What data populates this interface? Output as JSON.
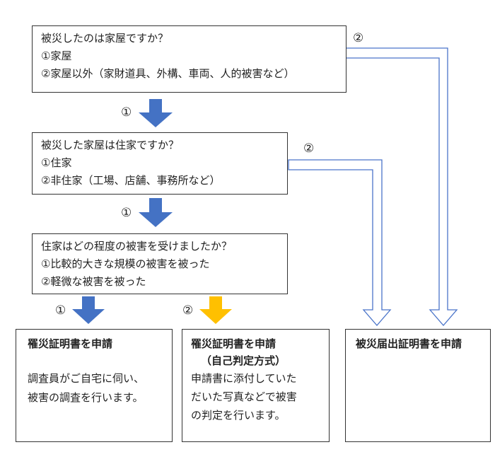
{
  "colors": {
    "blue_arrow": "#4472c4",
    "orange_arrow": "#ffc000",
    "outline_arrow": "#4a74c9",
    "box_border": "#333333"
  },
  "q1": {
    "title": "被災したのは家屋ですか？",
    "opt1": "①家屋",
    "opt2": "②家屋以外（家財道具、外構、車両、人的被害など）"
  },
  "q2": {
    "title": "被災した家屋は住家ですか？",
    "opt1": "①住家",
    "opt2": "②非住家（工場、店舗、事務所など）"
  },
  "q3": {
    "title": "住家はどの程度の被害を受けましたか？",
    "opt1": "①比較的大きな規模の被害を被った",
    "opt2": "②軽微な被害を被った"
  },
  "arrow_labels": {
    "q1_yes": "①",
    "q1_no": "②",
    "q2_yes": "①",
    "q2_no": "②",
    "q3_large": "①",
    "q3_minor": "②"
  },
  "results": {
    "r1": {
      "title": "罹災証明書を申請",
      "body_line1": "調査員がご自宅に伺い、",
      "body_line2": "被害の調査を行います。"
    },
    "r2": {
      "title": "罹災証明書を申請",
      "subtitle": "（自己判定方式）",
      "body_line1": "申請書に添付していた",
      "body_line2": "だいた写真などで被害",
      "body_line3": "の判定を行います。"
    },
    "r3": {
      "title": "被災届出証明書を申請"
    }
  }
}
